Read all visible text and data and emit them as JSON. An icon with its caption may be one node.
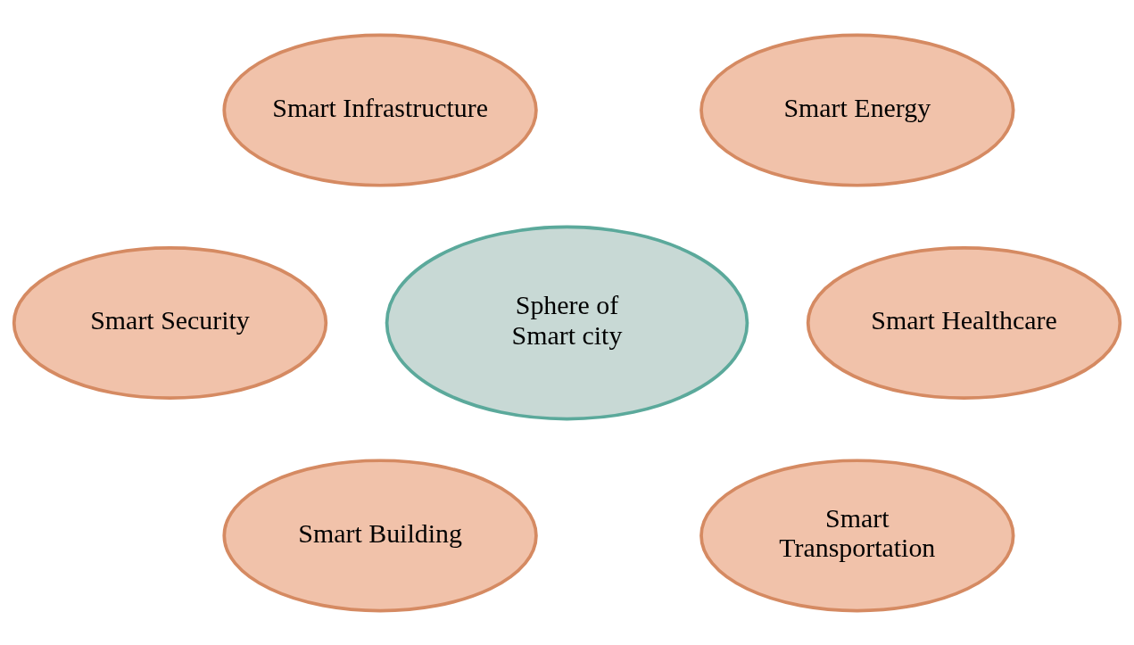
{
  "diagram": {
    "nodes": [
      {
        "text": [
          "Smart Infrastructure"
        ]
      },
      {
        "text": [
          "Smart Energy"
        ]
      },
      {
        "text": [
          "Smart Security"
        ]
      },
      {
        "text": [
          "Sphere of Smart city"
        ]
      },
      {
        "text": [
          "Smart Healthcare"
        ]
      },
      {
        "text": [
          "Smart Building"
        ]
      },
      {
        "text": [
          "Smart Transportation"
        ]
      }
    ]
  }
}
